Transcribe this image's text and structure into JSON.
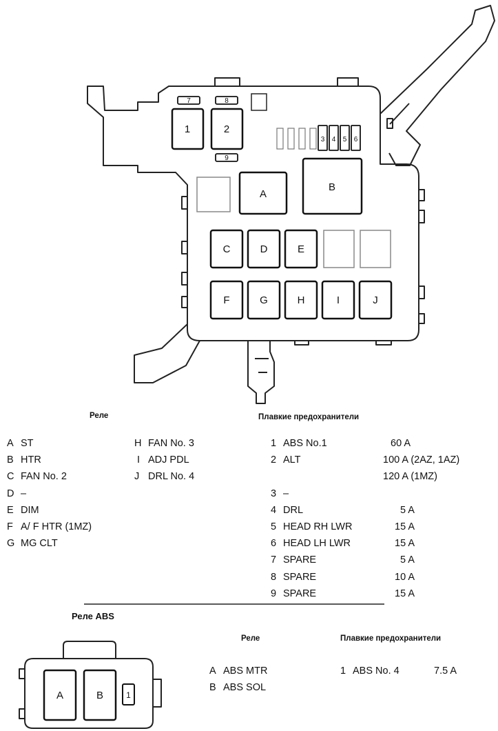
{
  "main_box": {
    "relays": [
      "A",
      "B",
      "C",
      "D",
      "E",
      "F",
      "G",
      "H",
      "I",
      "J"
    ],
    "fuses": [
      "1",
      "2",
      "3",
      "4",
      "5",
      "6",
      "7",
      "8",
      "9"
    ]
  },
  "relay_heading": "Реле",
  "fuse_heading": "Плавкие предохранители",
  "relays_col1": [
    {
      "code": "A",
      "name": "ST"
    },
    {
      "code": "B",
      "name": "HTR"
    },
    {
      "code": "C",
      "name": "FAN No. 2"
    },
    {
      "code": "D",
      "name": "–"
    },
    {
      "code": "E",
      "name": "DIM"
    },
    {
      "code": "F",
      "name": "A/ F HTR (1MZ)"
    },
    {
      "code": "G",
      "name": "MG CLT"
    }
  ],
  "relays_col2": [
    {
      "code": "H",
      "name": "FAN No. 3"
    },
    {
      "code": "I",
      "name": "ADJ PDL"
    },
    {
      "code": "J",
      "name": "DRL No. 4"
    }
  ],
  "fuses_list": [
    {
      "num": "1",
      "name": "ABS No.1",
      "amp": "60 A"
    },
    {
      "num": "2",
      "name": "ALT",
      "amp": "100 A (2AZ, 1AZ)"
    },
    {
      "num": "",
      "name": "",
      "amp": "120 A (1MZ)"
    },
    {
      "num": "3",
      "name": "–",
      "amp": ""
    },
    {
      "num": "4",
      "name": "DRL",
      "amp": "5 A"
    },
    {
      "num": "5",
      "name": "HEAD RH LWR",
      "amp": "15 A"
    },
    {
      "num": "6",
      "name": "HEAD LH LWR",
      "amp": "15 A"
    },
    {
      "num": "7",
      "name": "SPARE",
      "amp": "5 A"
    },
    {
      "num": "8",
      "name": "SPARE",
      "amp": "10 A"
    },
    {
      "num": "9",
      "name": "SPARE",
      "amp": "15 A"
    }
  ],
  "abs_title": "Реле ABS",
  "abs_box": {
    "relays": [
      "A",
      "B"
    ],
    "fuses": [
      "1"
    ]
  },
  "abs_relay_heading": "Реле",
  "abs_fuse_heading": "Плавкие предохранители",
  "abs_relays": [
    {
      "code": "A",
      "name": "ABS MTR"
    },
    {
      "code": "B",
      "name": "ABS SOL"
    }
  ],
  "abs_fuses": [
    {
      "num": "1",
      "name": "ABS No. 4",
      "amp": "7.5 A"
    }
  ]
}
